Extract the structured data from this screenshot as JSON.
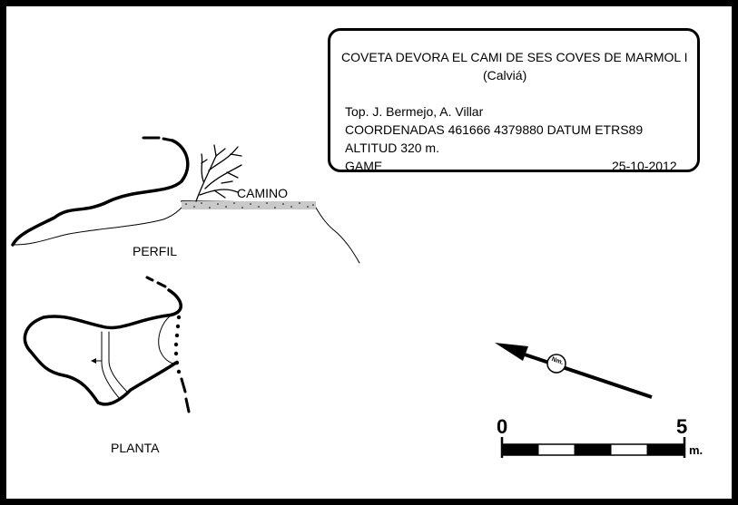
{
  "title": {
    "name": "COVETA DEVORA EL CAMI DE SES COVES DE MARMOL  I",
    "municipality": "(Calviá)"
  },
  "info": {
    "topography": "Top. J. Bermejo, A. Villar",
    "coordinates": "COORDENADAS 461666 4379880  DATUM ETRS89",
    "altitude": "ALTITUD 320 m.",
    "group": "GAME",
    "date": "25-10-2012"
  },
  "labels": {
    "profile": "PERFIL",
    "road": "CAMINO",
    "plan": "PLANTA",
    "north": "Nm."
  },
  "scale": {
    "start": "0",
    "end": "5",
    "unit": "m."
  }
}
